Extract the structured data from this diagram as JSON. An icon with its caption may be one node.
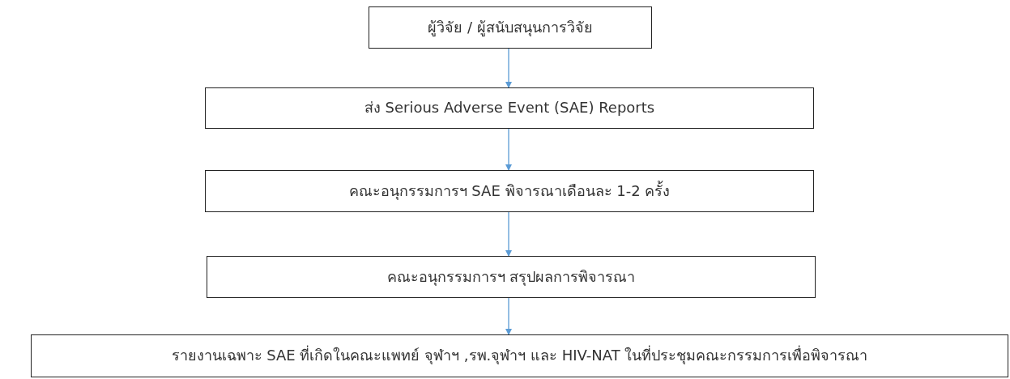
{
  "diagram": {
    "nodes": [
      {
        "text": [
          "ผู้วิจัย / ผู้สนับสนุนการวิจัย"
        ]
      },
      {
        "text": [
          "ส่ง Serious Adverse Event (SAE) Reports"
        ]
      },
      {
        "text": [
          "คณะอนุกรรมการฯ SAE พิจารณาเดือนละ 1-2 ครั้ง"
        ]
      },
      {
        "text": [
          "คณะอนุกรรมการฯ สรุปผลการพิจารณา"
        ]
      },
      {
        "text": [
          "รายงานเฉพาะ SAE ที่เกิดในคณะแพทย์ จุฬาฯ ,รพ.จุฬาฯ และ HIV-NAT ในที่ประชุมคณะกรรมการเพื่อพิจารณา"
        ]
      }
    ],
    "edges": [
      {
        "from": 0,
        "to": 1,
        "arrow": "to"
      },
      {
        "from": 1,
        "to": 2,
        "arrow": "to"
      },
      {
        "from": 2,
        "to": 3,
        "arrow": "to"
      },
      {
        "from": 3,
        "to": 4,
        "arrow": "to"
      }
    ]
  }
}
